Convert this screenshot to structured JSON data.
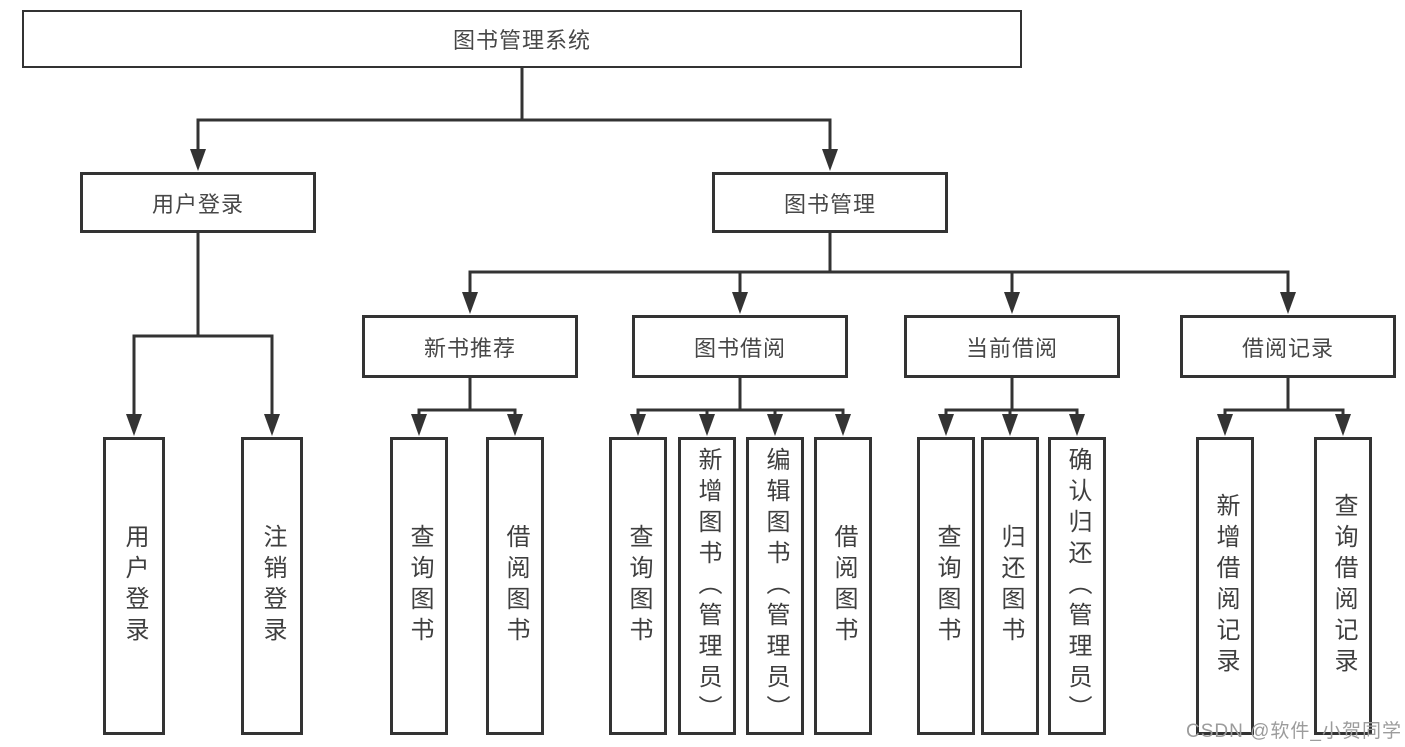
{
  "diagram": {
    "title": "图书管理系统",
    "level2": [
      {
        "label": "用户登录"
      },
      {
        "label": "图书管理"
      }
    ],
    "level3": [
      {
        "label": "新书推荐"
      },
      {
        "label": "图书借阅"
      },
      {
        "label": "当前借阅"
      },
      {
        "label": "借阅记录"
      }
    ],
    "leaves": [
      {
        "parent": "用户登录",
        "label": "用户登录"
      },
      {
        "parent": "用户登录",
        "label": "注销登录"
      },
      {
        "parent": "新书推荐",
        "label": "查询图书"
      },
      {
        "parent": "新书推荐",
        "label": "借阅图书"
      },
      {
        "parent": "图书借阅",
        "label": "查询图书"
      },
      {
        "parent": "图书借阅",
        "label": "新增图书（管理员）"
      },
      {
        "parent": "图书借阅",
        "label": "编辑图书（管理员）"
      },
      {
        "parent": "图书借阅",
        "label": "借阅图书"
      },
      {
        "parent": "当前借阅",
        "label": "查询图书"
      },
      {
        "parent": "当前借阅",
        "label": "归还图书"
      },
      {
        "parent": "当前借阅",
        "label": "确认归还（管理员）"
      },
      {
        "parent": "借阅记录",
        "label": "新增借阅记录"
      },
      {
        "parent": "借阅记录",
        "label": "查询借阅记录"
      }
    ],
    "watermark": "CSDN @软件_小贺同学",
    "colors": {
      "line": "#333333",
      "text": "#474747",
      "leaf_text": "#3f3f3f",
      "watermark": "#9c9c9c",
      "background": "#ffffff"
    }
  }
}
